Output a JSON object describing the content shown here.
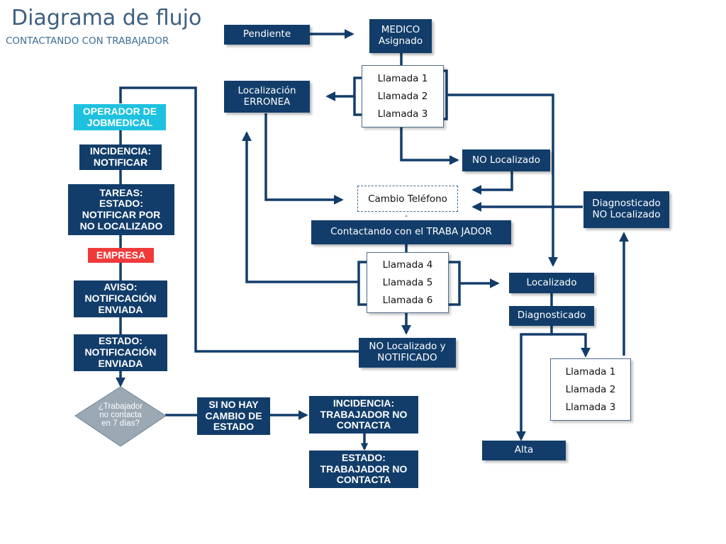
{
  "header": {
    "title": "Diagrama de flujo",
    "subtitle": "CONTACTANDO CON TRABAJADOR"
  },
  "colors": {
    "navy": "#123d6a",
    "cyan": "#1ec1e0",
    "red": "#f03a3a",
    "diamond": "#9aa9b4"
  },
  "right_flow": {
    "pendiente": "Pendiente",
    "medico": "MEDICO\nAsignado",
    "calls_first": [
      "Llamada 1",
      "Llamada 2",
      "Llamada 3"
    ],
    "localizacion_erronea": "Localización\nERRONEA",
    "no_localizado": "NO Localizado",
    "cambio_telefono": "Cambio Teléfono",
    "dash": "-",
    "contactando": "Contactando con el TRABA JADOR",
    "calls_second": [
      "Llamada 4",
      "Llamada 5",
      "Llamada 6"
    ],
    "no_localizado_notificado": "NO Localizado y\nNOTIFICADO",
    "localizado": "Localizado",
    "diagnosticado": "Diagnosticado",
    "calls_third": [
      "Llamada 1",
      "Llamada 2",
      "Llamada 3"
    ],
    "diagnosticado_no_localizado": "Diagnosticado\nNO Localizado",
    "alta": "Alta"
  },
  "left_flow": {
    "operador": "OPERADOR DE\nJOBMEDICAL",
    "incidencia_notificar": "INCIDENCIA:\nNOTIFICAR",
    "tareas": "TAREAS:\nESTADO:\nNOTIFICAR POR\nNO LOCALIZADO",
    "empresa": "EMPRESA",
    "aviso": "AVISO:\nNOTIFICACIÓN\nENVIADA",
    "estado_notificacion": "ESTADO:\nNOTIFICACIÓN\nENVIADA",
    "decision": "¿Trabajador\nno contacta\nen 7 días?",
    "si_no_hay": "SI NO HAY\nCAMBIO DE\nESTADO",
    "incidencia_trabajador": "INCIDENCIA:\nTRABAJADOR NO\nCONTACTA",
    "estado_trabajador": "ESTADO:\nTRABAJADOR NO\nCONTACTA"
  }
}
